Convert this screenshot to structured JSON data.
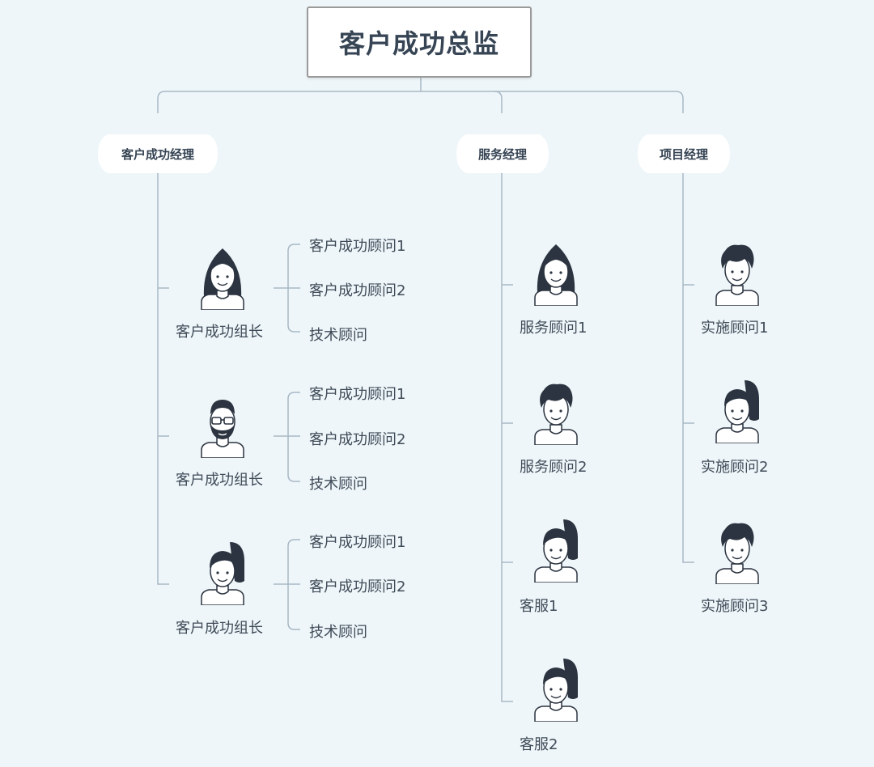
{
  "root": {
    "title": "客户成功总监"
  },
  "managers": [
    {
      "label": "客户成功经理"
    },
    {
      "label": "服务经理"
    },
    {
      "label": "项目经理"
    }
  ],
  "leaders": [
    {
      "label": "客户成功组长",
      "avatar": "woman-long-hair-icon",
      "subs": [
        "客户成功顾问1",
        "客户成功顾问2",
        "技术顾问"
      ]
    },
    {
      "label": "客户成功组长",
      "avatar": "bearded-man-glasses-icon",
      "subs": [
        "客户成功顾问1",
        "客户成功顾问2",
        "技术顾问"
      ]
    },
    {
      "label": "客户成功组长",
      "avatar": "woman-ponytail-icon",
      "subs": [
        "客户成功顾问1",
        "客户成功顾问2",
        "技术顾问"
      ]
    }
  ],
  "service_staff": [
    {
      "label": "服务顾问1",
      "avatar": "woman-long-hair-icon"
    },
    {
      "label": "服务顾问2",
      "avatar": "man-curly-hair-icon"
    },
    {
      "label": "客服1",
      "avatar": "woman-ponytail-icon"
    },
    {
      "label": "客服2",
      "avatar": "woman-ponytail-icon"
    }
  ],
  "project_staff": [
    {
      "label": "实施顾问1",
      "avatar": "man-curly-hair-icon"
    },
    {
      "label": "实施顾问2",
      "avatar": "woman-ponytail-icon"
    },
    {
      "label": "实施顾问3",
      "avatar": "man-curly-hair-icon"
    }
  ],
  "colors": {
    "background": "#eef6f9",
    "connector": "#a9b8c6",
    "text": "#3f4b58",
    "hair": "#2b3440"
  }
}
